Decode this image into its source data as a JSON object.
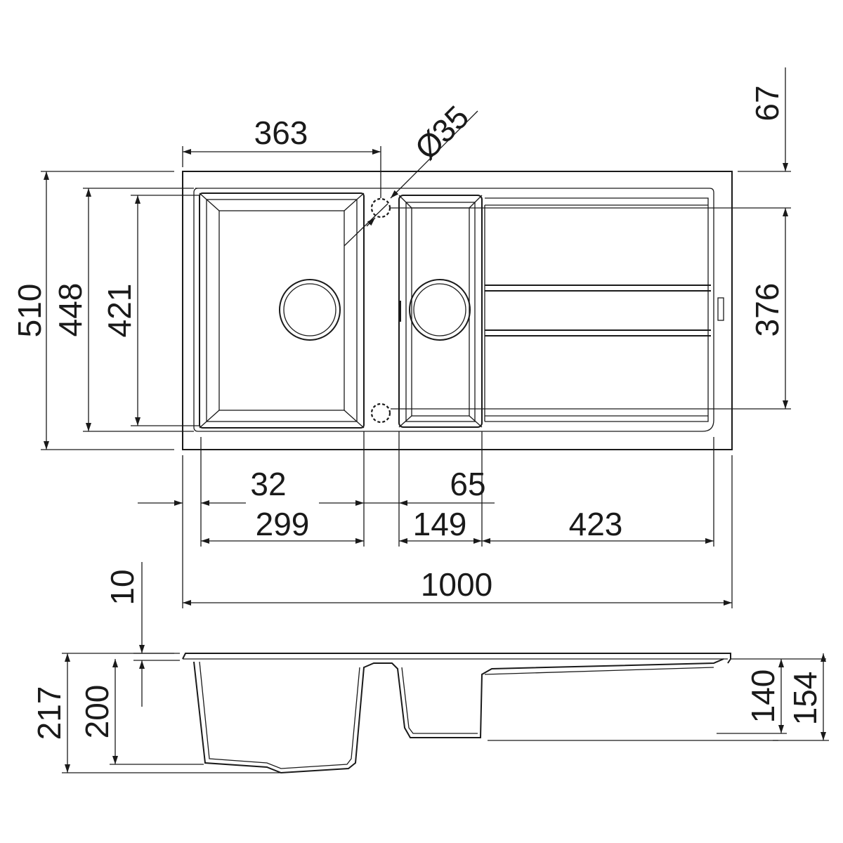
{
  "dimensions": {
    "bowl_width": "363",
    "hole_diameter": "35",
    "diameter_symbol": "Ø",
    "clearance_top": "67",
    "overall_depth": "510",
    "inner_depth": "448",
    "bowl_depth": "421",
    "hole_spacing": "376",
    "offset_left": "32",
    "offset_right": "65",
    "main_bowl_width": "299",
    "small_bowl_width": "149",
    "drainer_width": "423",
    "overall_width": "1000",
    "rim_height": "10",
    "overall_height": "217",
    "main_bowl_height": "200",
    "small_bowl_height": "140",
    "small_overall_height": "154"
  },
  "colors": {
    "line": "#1a1a1a",
    "background": "#ffffff"
  }
}
